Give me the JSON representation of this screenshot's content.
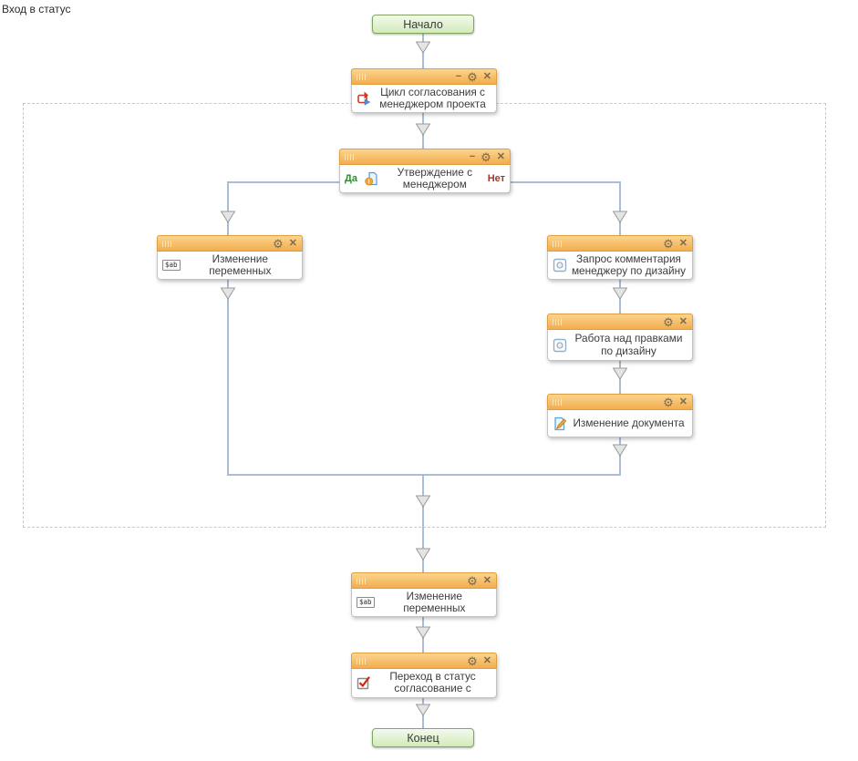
{
  "page": {
    "entry_label": "Вход в статус"
  },
  "terminals": {
    "start": "Начало",
    "end": "Конец"
  },
  "header_controls": {
    "minimize": "−",
    "settings": "⚙",
    "close": "✕"
  },
  "icons": {
    "variables_text": "$ab"
  },
  "blocks": [
    {
      "id": "cycle",
      "label": "Цикл согласования с менеджером проекта",
      "icon": "cycle-icon"
    },
    {
      "id": "approval",
      "label": "Утверждение с менеджером",
      "icon": "approval-icon",
      "yes": "Да",
      "no": "Нет"
    },
    {
      "id": "change-variables-left",
      "label": "Изменение переменных",
      "icon": "variables-icon"
    },
    {
      "id": "request-comment",
      "label": "Запрос комментария менеджеру по дизайну",
      "icon": "task-icon"
    },
    {
      "id": "design-fixes",
      "label": "Работа над правками по дизайну",
      "icon": "task-icon"
    },
    {
      "id": "edit-document",
      "label": "Изменение документа",
      "icon": "edit-document-icon"
    },
    {
      "id": "change-variables-bottom",
      "label": "Изменение переменных",
      "icon": "variables-icon"
    },
    {
      "id": "status-transition",
      "label": "Переход в статус согласование с",
      "icon": "status-transition-icon"
    }
  ],
  "colors": {
    "header_orange_top": "#fbd58f",
    "header_orange_bottom": "#f3ac4e",
    "header_border": "#dd9f40",
    "connector_blue": "#a9bdd5",
    "terminal_green_border": "#7fa55e",
    "terminal_green_fill": "#d2eaba",
    "yes_green": "#2e8b2e",
    "no_red": "#9e3a2b",
    "dashed_border": "#c9c9c9"
  }
}
